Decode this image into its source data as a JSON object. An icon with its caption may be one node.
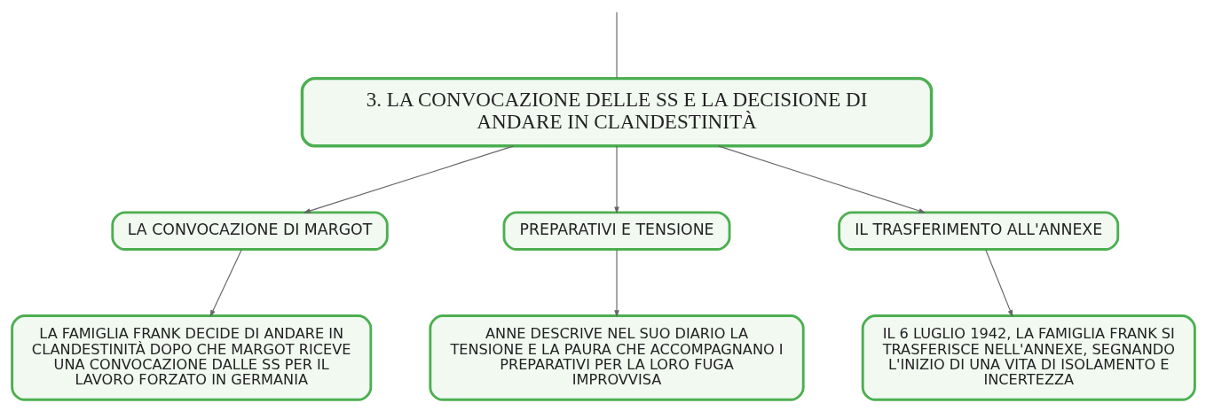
{
  "diagram": {
    "nodes": [
      {
        "text": [
          "3. LA CONVOCAZIONE DELLE SS E LA DECISIONE DI ANDARE IN CLANDESTINITÀ"
        ]
      },
      {
        "text": [
          "LA CONVOCAZIONE DI MARGOT"
        ]
      },
      {
        "text": [
          "PREPARATIVI E TENSIONE"
        ]
      },
      {
        "text": [
          "IL TRASFERIMENTO ALL'ANNEXE"
        ]
      },
      {
        "text": [
          "LA FAMIGLIA FRANK DECIDE DI ANDARE IN CLANDESTINITÀ DOPO CHE MARGOT RICEVE UNA CONVOCAZIONE DALLE SS PER IL LAVORO FORZATO IN GERMANIA"
        ]
      },
      {
        "text": [
          "ANNE DESCRIVE NEL SUO DIARIO LA TENSIONE E LA PAURA CHE ACCOMPAGNANO I PREPARATIVI PER LA LORO FUGA IMPROVVISA"
        ]
      },
      {
        "text": [
          "IL 6 LUGLIO 1942, LA FAMIGLIA FRANK SI TRASFERISCE NELL'ANNEXE, SEGNANDO L'INIZIO DI UNA VITA DI ISOLAMENTO E INCERTEZZA"
        ]
      }
    ],
    "edges": [
      {
        "from": null,
        "to": 0,
        "arrow": "none"
      },
      {
        "from": 0,
        "to": 1,
        "arrow": "to"
      },
      {
        "from": 0,
        "to": 2,
        "arrow": "to"
      },
      {
        "from": 0,
        "to": 3,
        "arrow": "to"
      },
      {
        "from": 1,
        "to": 4,
        "arrow": "to"
      },
      {
        "from": 2,
        "to": 5,
        "arrow": "to"
      },
      {
        "from": 3,
        "to": 6,
        "arrow": "to"
      }
    ]
  }
}
